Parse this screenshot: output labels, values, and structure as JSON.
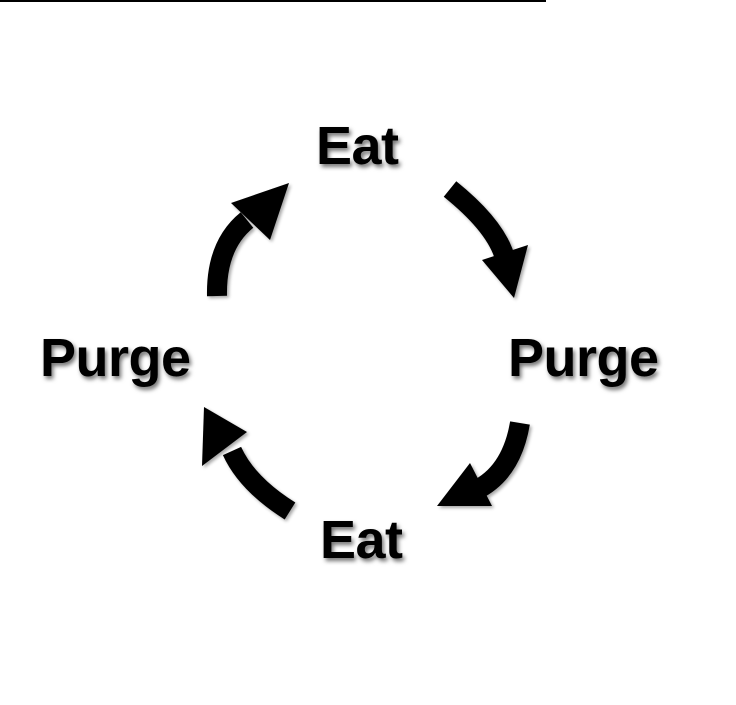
{
  "diagram": {
    "nodes": [
      {
        "id": "top",
        "label": "Eat"
      },
      {
        "id": "right",
        "label": "Purge"
      },
      {
        "id": "bottom",
        "label": "Eat"
      },
      {
        "id": "left",
        "label": "Purge"
      }
    ],
    "edges": [
      {
        "from": "top",
        "to": "right"
      },
      {
        "from": "right",
        "to": "bottom"
      },
      {
        "from": "bottom",
        "to": "left"
      },
      {
        "from": "left",
        "to": "top"
      }
    ],
    "direction": "clockwise",
    "colors": {
      "background": "#ffffff",
      "ink": "#000000"
    }
  }
}
